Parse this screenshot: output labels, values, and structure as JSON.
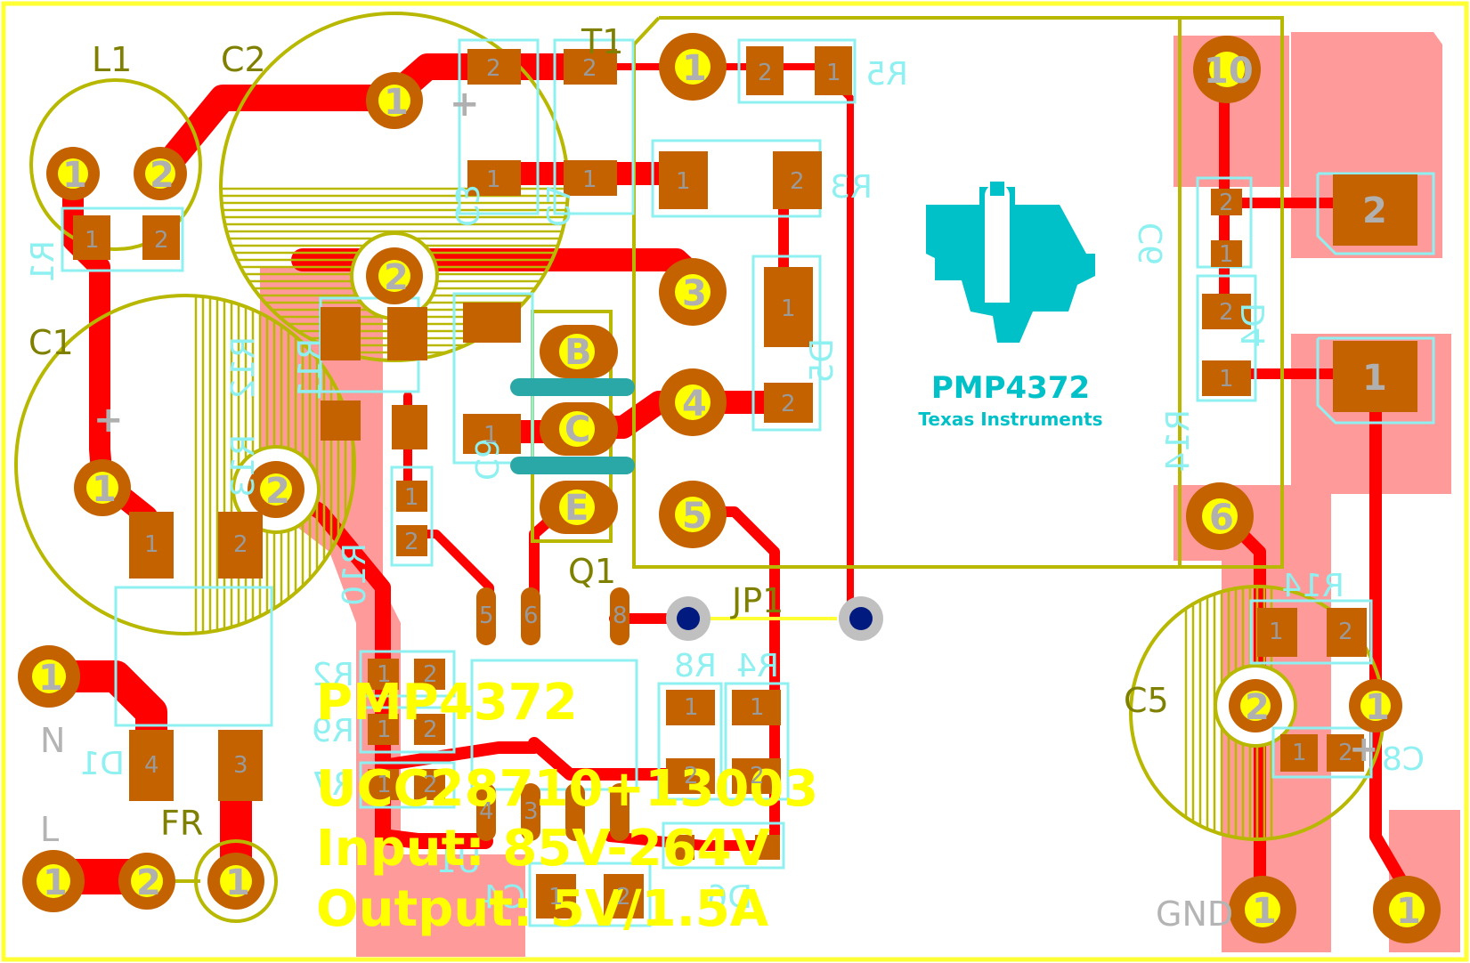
{
  "board": {
    "colors": {
      "background": "#ffffff",
      "outline": "#ffff33",
      "copper": "#ff0000",
      "copper_pour": "#ff9a9a",
      "smd_pad": "#c46200",
      "silk": "#b8b800",
      "top_silk_text": "#7f8000",
      "bottom_silk": "#8ef0f0",
      "big_text": "#ffff00",
      "logo": "#00c0c8",
      "via_ring": "#c0c0c0",
      "via_hole": "#001a80"
    }
  },
  "refs": {
    "L1": "L1",
    "C2": "C2",
    "T1": "T1",
    "C1": "C1",
    "C5": "C5",
    "Q1": "Q1",
    "JP1": "JP1",
    "FR": "FR",
    "R1": "R1",
    "R3": "R3",
    "R5": "R5",
    "R2": "R2",
    "R4": "R4",
    "R7": "R7",
    "R8": "R8",
    "R9": "R9",
    "R10": "R10",
    "R11": "R11",
    "R12": "R12",
    "R13": "R13",
    "R14": "R14",
    "C3": "C3",
    "C4": "C4",
    "C6": "C6",
    "C7": "C7",
    "C8": "C8",
    "C9": "C9",
    "D1": "D1",
    "D4": "D4",
    "D5": "D5",
    "D6": "D6",
    "U1": "U1"
  },
  "nets": {
    "N": "N",
    "L": "L",
    "GND": "GND"
  },
  "t1_pins": [
    "1",
    "3",
    "4",
    "5",
    "10",
    "6"
  ],
  "q1_pins": [
    "B",
    "C",
    "E"
  ],
  "pad_labels": {
    "one": "1",
    "two": "2",
    "three": "3",
    "four": "4",
    "five": "5",
    "six": "6",
    "eight": "8"
  },
  "polarity": "+",
  "logo": {
    "title": "PMP4372",
    "company": "Texas Instruments"
  },
  "silkscreen": {
    "line1": "PMP4372",
    "line2": "UCC28710+13003",
    "line3": "Input: 85V-264V",
    "line4": "Output: 5V/1.5A"
  }
}
